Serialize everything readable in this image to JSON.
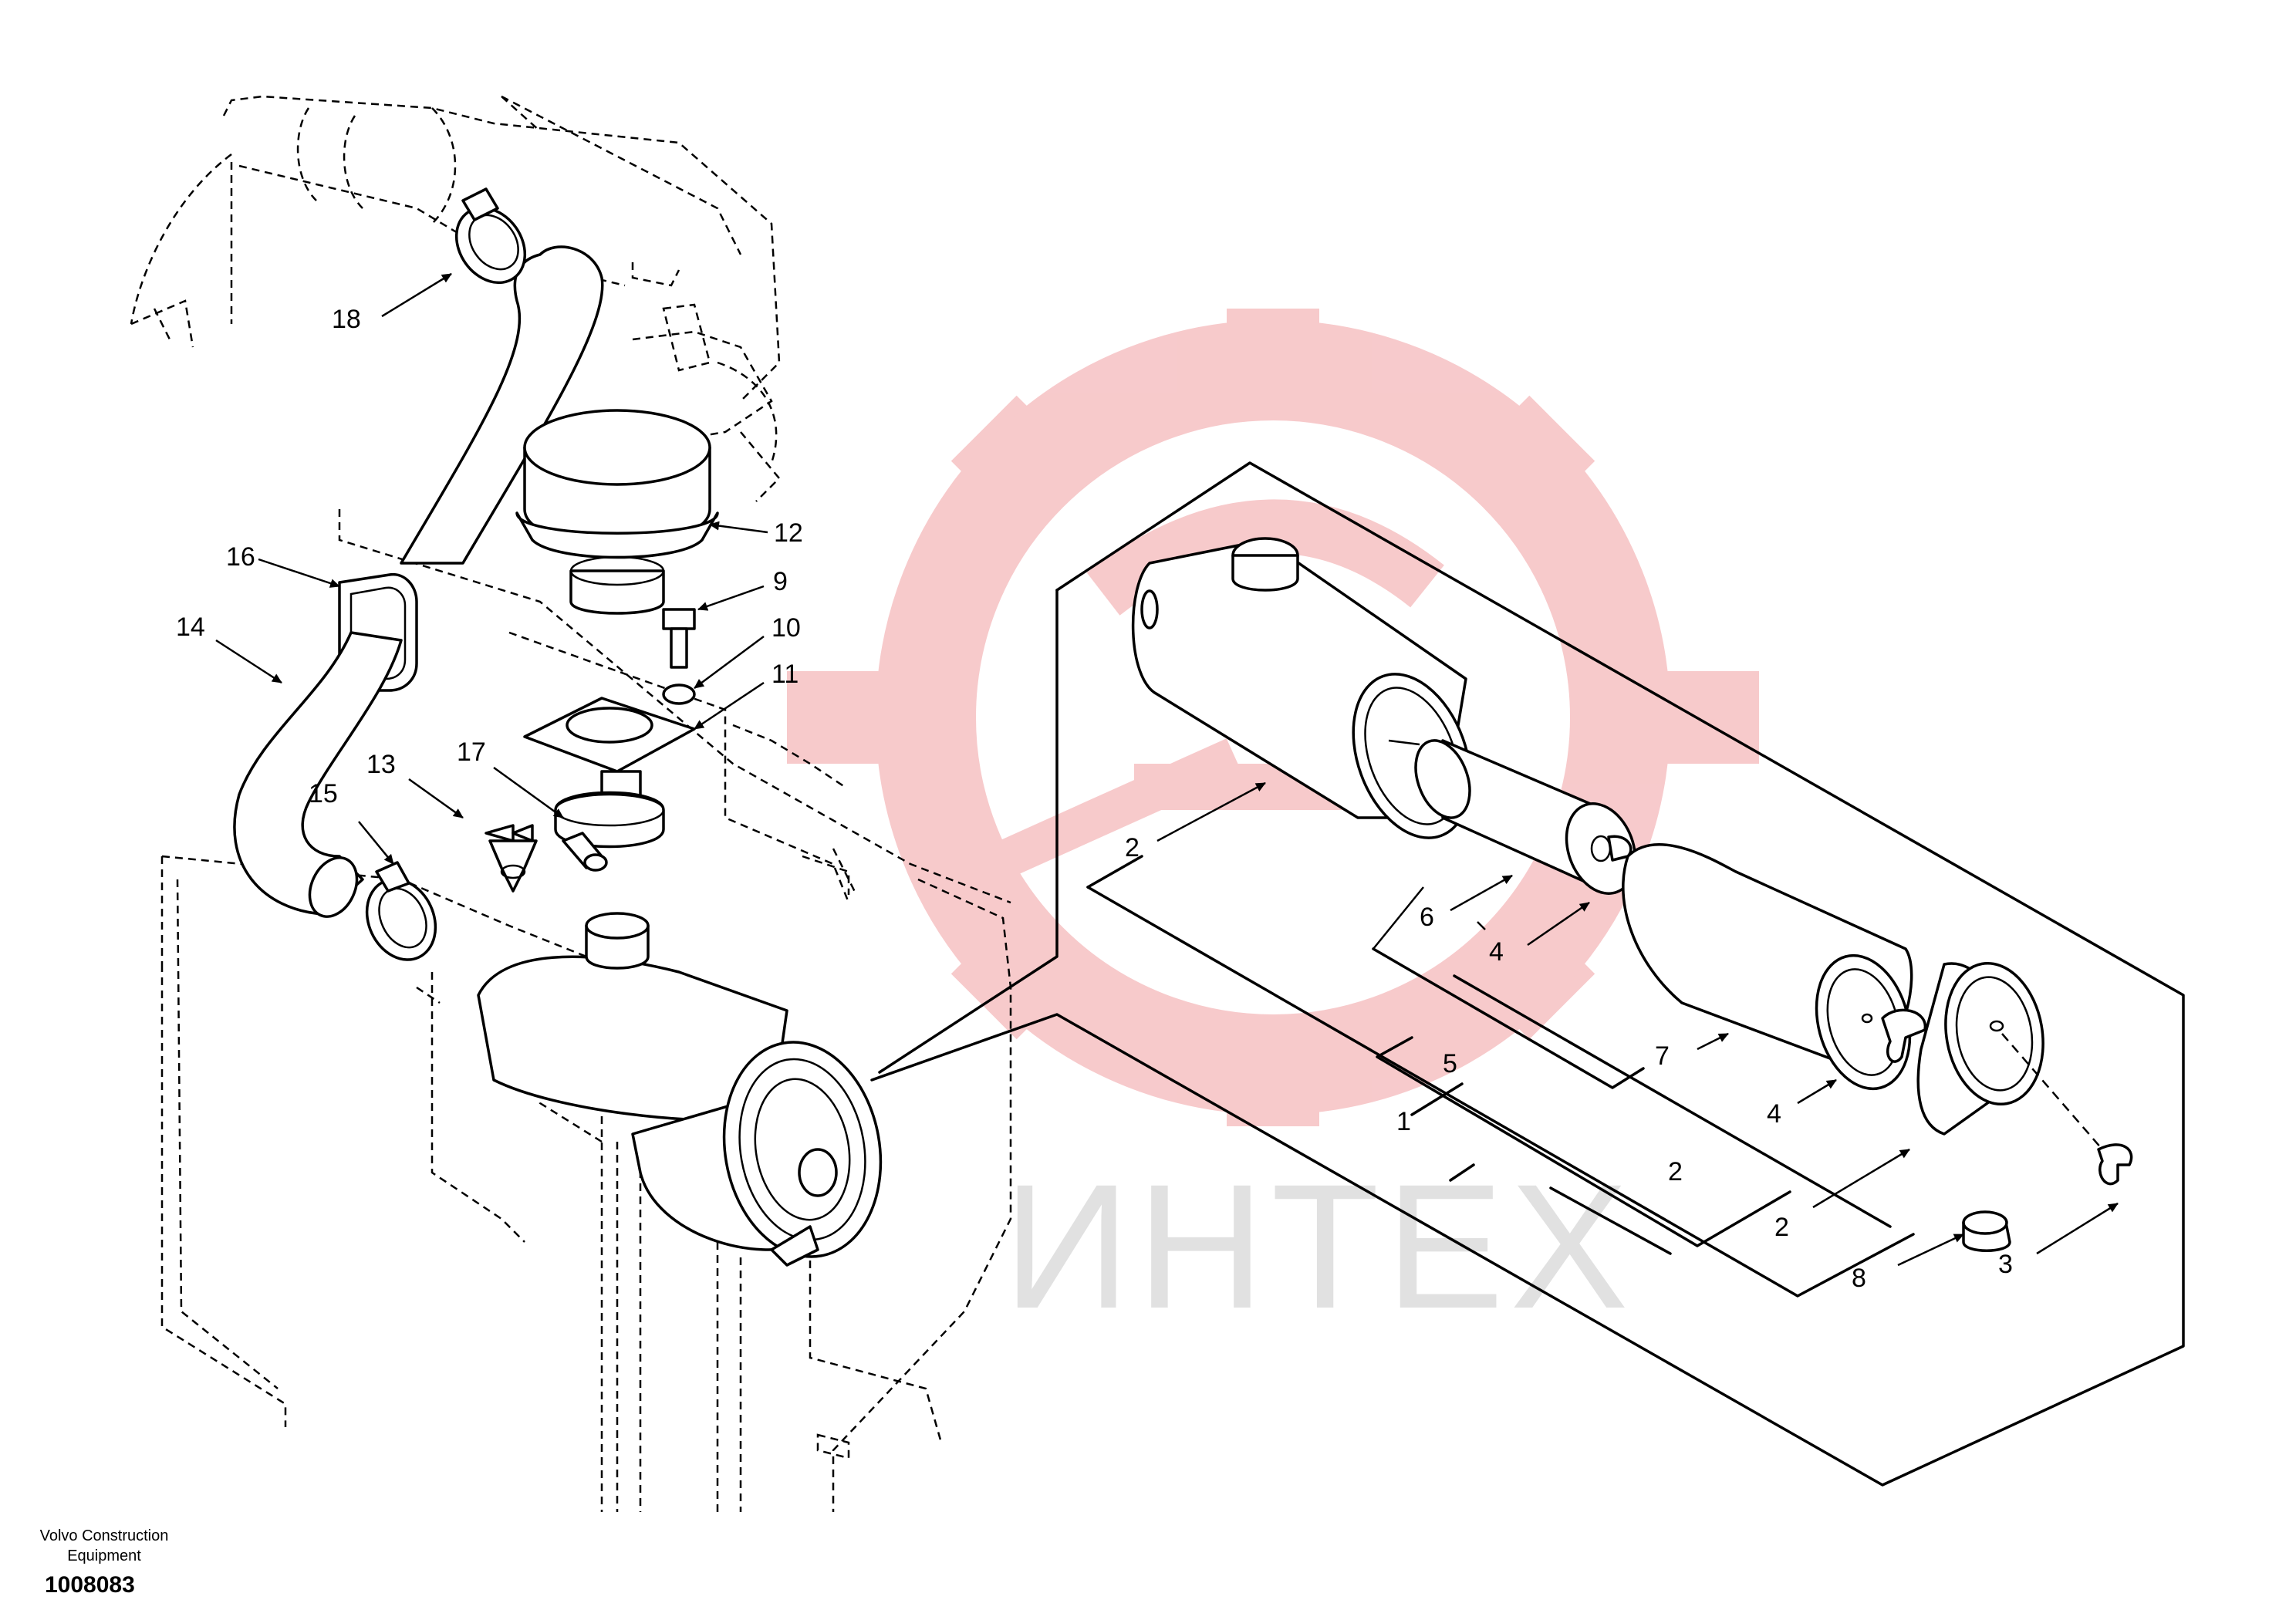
{
  "watermark": {
    "text": "ИНТЕХ",
    "color": "#f2a7aa"
  },
  "footer": {
    "manufacturer": "Volvo Construction\nEquipment",
    "document_number": "1008083"
  },
  "callouts": [
    {
      "id": "c18",
      "label": "18"
    },
    {
      "id": "c16",
      "label": "16"
    },
    {
      "id": "c14",
      "label": "14"
    },
    {
      "id": "c15",
      "label": "15"
    },
    {
      "id": "c13",
      "label": "13"
    },
    {
      "id": "c17",
      "label": "17"
    },
    {
      "id": "c12",
      "label": "12"
    },
    {
      "id": "c9",
      "label": "9"
    },
    {
      "id": "c10",
      "label": "10"
    },
    {
      "id": "c11",
      "label": "11"
    },
    {
      "id": "c2a",
      "label": "2"
    },
    {
      "id": "c6",
      "label": "6"
    },
    {
      "id": "c4a",
      "label": "4"
    },
    {
      "id": "c5",
      "label": "5"
    },
    {
      "id": "c7",
      "label": "7"
    },
    {
      "id": "c1",
      "label": "1"
    },
    {
      "id": "c4b",
      "label": "4"
    },
    {
      "id": "c2b",
      "label": "2"
    },
    {
      "id": "c2c",
      "label": "2"
    },
    {
      "id": "c8",
      "label": "8"
    },
    {
      "id": "c3",
      "label": "3"
    }
  ]
}
